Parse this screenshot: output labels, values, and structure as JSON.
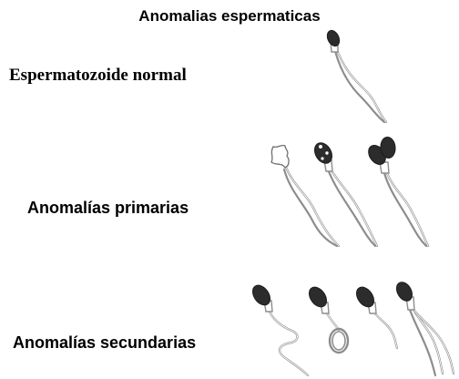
{
  "title": "Anomalias espermaticas",
  "labels": {
    "normal": "Espermatozoide normal",
    "primary": "Anomalías primarias",
    "secondary": "Anomalías secundarias"
  },
  "colors": {
    "head": "#2c2c2c",
    "tail": "#8d8d8d",
    "background": "#ffffff"
  }
}
